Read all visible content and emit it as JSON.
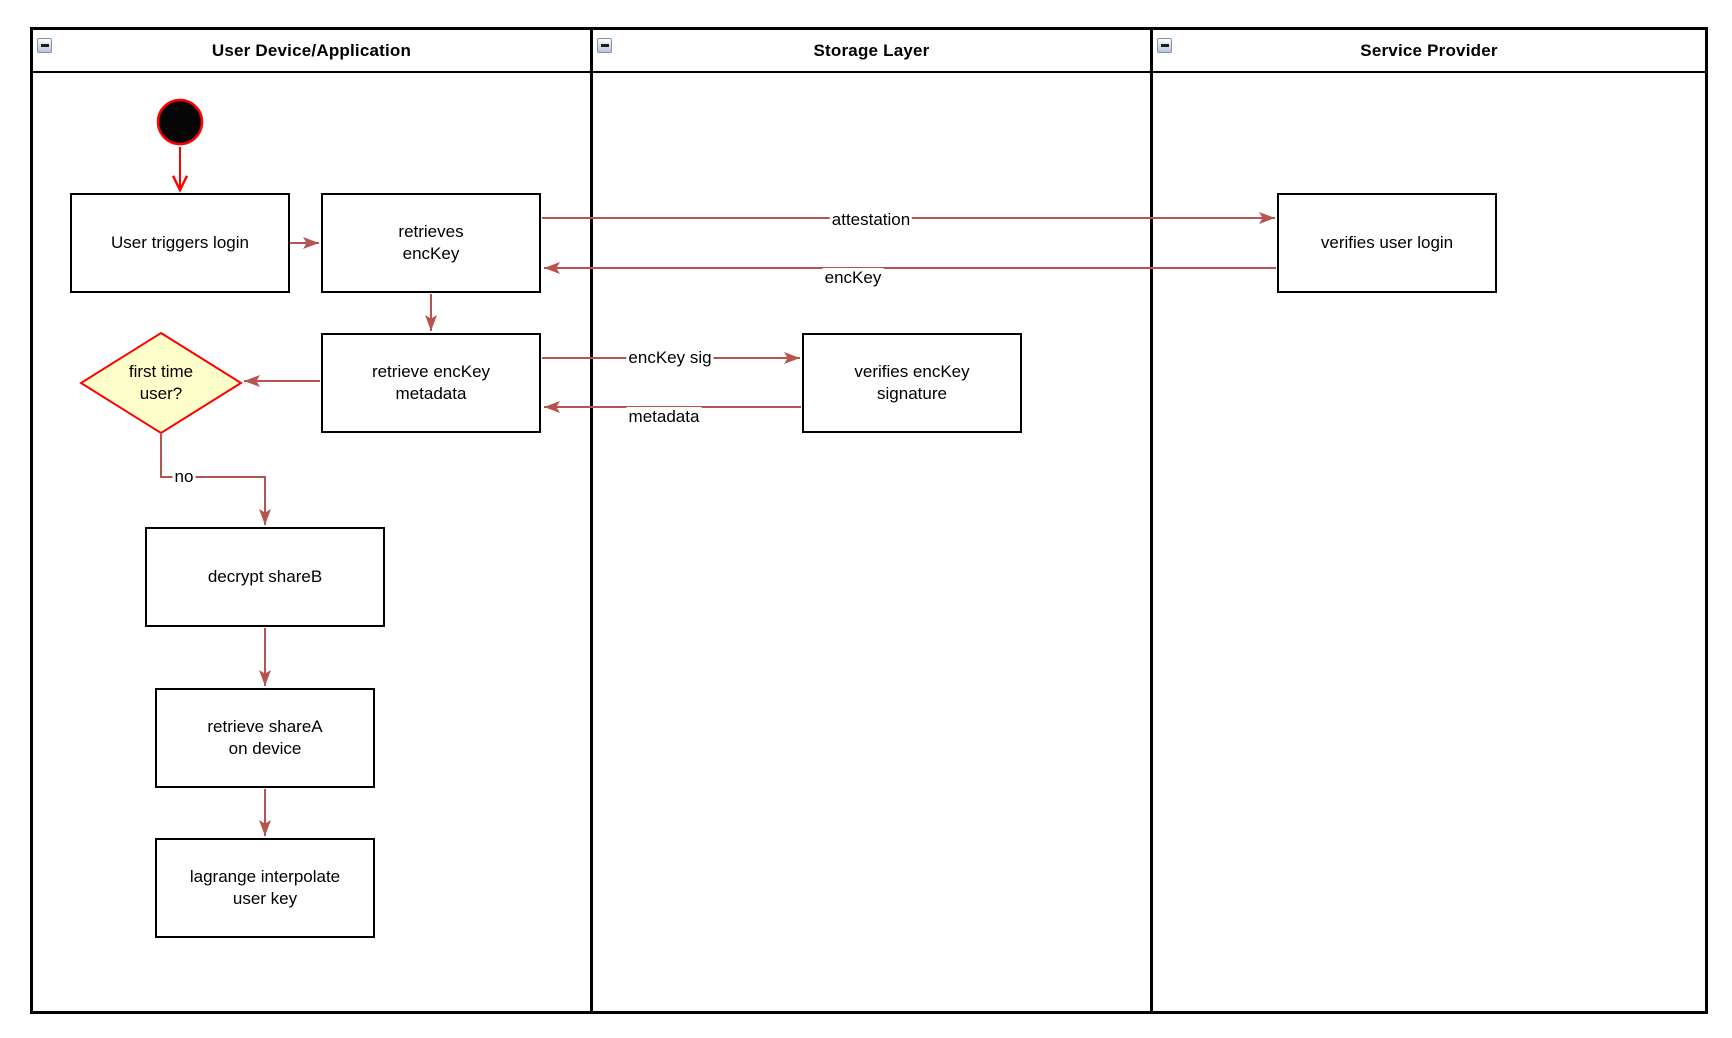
{
  "lanes": [
    {
      "title": "User Device/Application",
      "collapse_icon": "minus-icon"
    },
    {
      "title": "Storage Layer",
      "collapse_icon": "minus-icon"
    },
    {
      "title": "Service Provider",
      "collapse_icon": "minus-icon"
    }
  ],
  "nodes": {
    "user_triggers_login": "User triggers login",
    "retrieves_enckey": "retrieves\nencKey",
    "verifies_user_login": "verifies user login",
    "retrieve_enckey_metadata": "retrieve encKey\nmetadata",
    "verifies_enckey_signature": "verifies encKey\nsignature",
    "decision_first_time_user": "first time\nuser?",
    "decrypt_shareb": "decrypt shareB",
    "retrieve_sharea_on_device": "retrieve shareA\non device",
    "lagrange_interpolate_user_key": "lagrange interpolate\nuser key"
  },
  "edge_labels": {
    "attestation": "attestation",
    "enckey": "encKey",
    "enckey_sig": "encKey sig",
    "metadata": "metadata",
    "no": "no"
  },
  "colors": {
    "edge": "#b85450",
    "start_accent": "#ff0000",
    "decision_fill": "#ffffcc",
    "decision_border": "#ff0000",
    "node_border": "#000000",
    "node_fill": "#ffffff",
    "lane_border": "#000000",
    "start_fill": "#060606"
  }
}
